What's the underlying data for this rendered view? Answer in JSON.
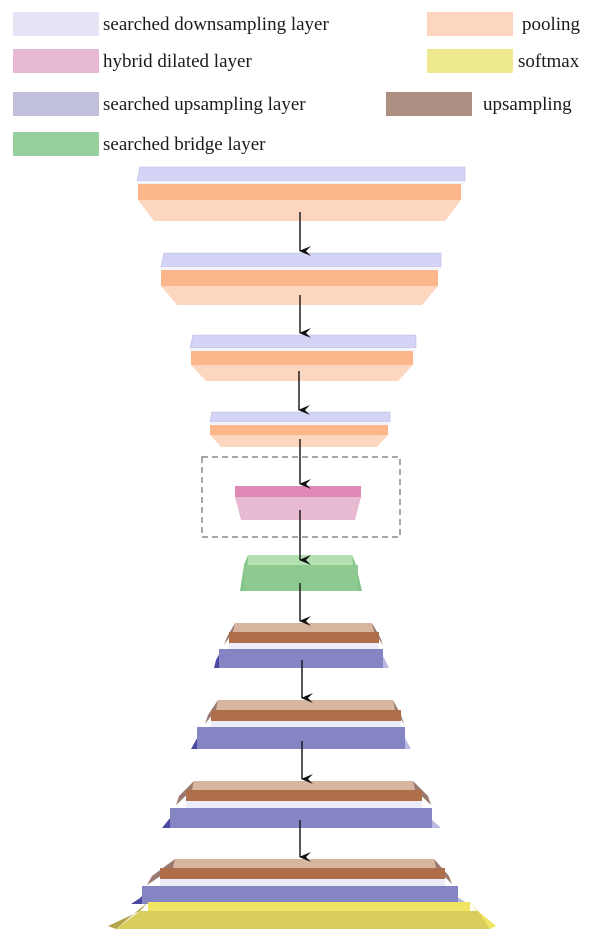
{
  "legend": {
    "searched_downsampling": {
      "label": "searched downsampling layer",
      "color": "#e4e4f4"
    },
    "pooling": {
      "label": "pooling",
      "color": "#fdd6bf"
    },
    "hybrid_dilated": {
      "label": "hybrid dilated layer",
      "color": "#e8bad2"
    },
    "softmax": {
      "label": "softmax",
      "color": "#ede98c"
    },
    "searched_upsampling": {
      "label": "searched upsampling layer",
      "color": "#c0c0dc"
    },
    "upsampling": {
      "label": "upsampling",
      "color": "#ad9081"
    },
    "searched_bridge": {
      "label": "searched bridge layer",
      "color": "#97cf9f"
    }
  }
}
